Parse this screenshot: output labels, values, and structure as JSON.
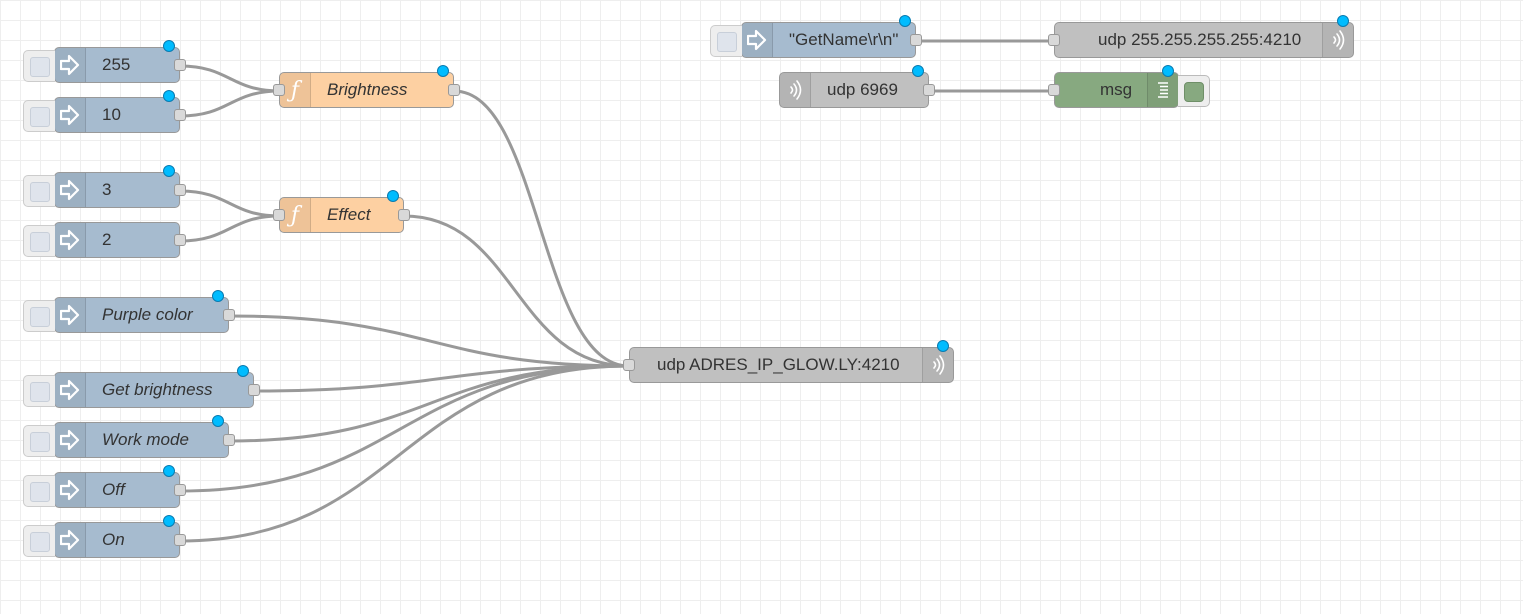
{
  "colors": {
    "inject": "#a6bbcf",
    "function": "#fdd0a2",
    "udp": "#c0c0c0",
    "debug": "#87a980",
    "status_dot": "#00bcff",
    "wire": "#999999",
    "grid": "#eeeeee"
  },
  "nodes": {
    "inject_255": {
      "label": "255",
      "type": "inject",
      "icon": "inject-arrow-icon"
    },
    "inject_10": {
      "label": "10",
      "type": "inject",
      "icon": "inject-arrow-icon"
    },
    "function_brightness": {
      "label": "Brightness",
      "type": "function",
      "icon": "function-icon"
    },
    "inject_3": {
      "label": "3",
      "type": "inject",
      "icon": "inject-arrow-icon"
    },
    "inject_2": {
      "label": "2",
      "type": "inject",
      "icon": "inject-arrow-icon"
    },
    "function_effect": {
      "label": "Effect",
      "type": "function",
      "icon": "function-icon"
    },
    "inject_purple": {
      "label": "Purple color",
      "type": "inject",
      "icon": "inject-arrow-icon"
    },
    "inject_get_brightness": {
      "label": "Get brightness",
      "type": "inject",
      "icon": "inject-arrow-icon"
    },
    "inject_work_mode": {
      "label": "Work mode",
      "type": "inject",
      "icon": "inject-arrow-icon"
    },
    "inject_off": {
      "label": "Off",
      "type": "inject",
      "icon": "inject-arrow-icon"
    },
    "inject_on": {
      "label": "On",
      "type": "inject",
      "icon": "inject-arrow-icon"
    },
    "udp_out_glowly": {
      "label": "udp ADRES_IP_GLOW.LY:4210",
      "type": "udp out",
      "icon": "udp-broadcast-icon"
    },
    "inject_getname": {
      "label": "\"GetName\\r\\n\"",
      "type": "inject",
      "icon": "inject-arrow-icon"
    },
    "udp_out_broadcast": {
      "label": "udp 255.255.255.255:4210",
      "type": "udp out",
      "icon": "udp-broadcast-icon"
    },
    "udp_in_6969": {
      "label": "udp 6969",
      "type": "udp in",
      "icon": "udp-broadcast-icon"
    },
    "debug_msg": {
      "label": "msg",
      "type": "debug",
      "icon": "debug-list-icon"
    }
  }
}
